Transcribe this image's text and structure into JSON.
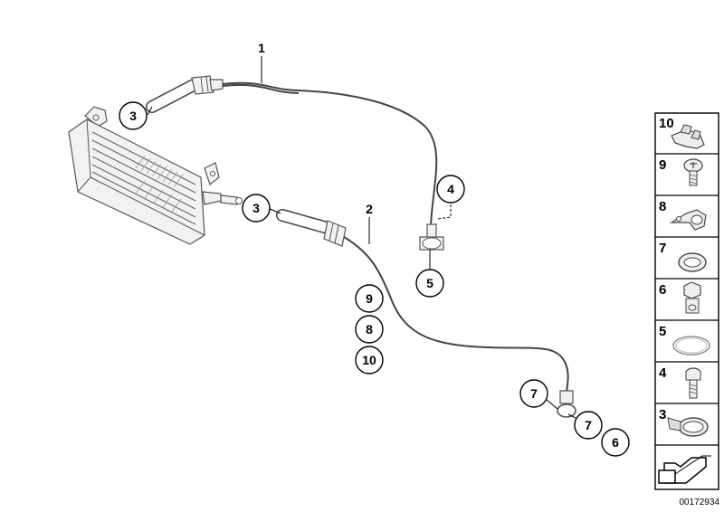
{
  "callouts": [
    {
      "id": "c1",
      "label": "1"
    },
    {
      "id": "c2",
      "label": "2"
    },
    {
      "id": "c3a",
      "label": "3"
    },
    {
      "id": "c3b",
      "label": "3"
    },
    {
      "id": "c4",
      "label": "4"
    },
    {
      "id": "c5",
      "label": "5"
    },
    {
      "id": "c9",
      "label": "9"
    },
    {
      "id": "c8",
      "label": "8"
    },
    {
      "id": "c10",
      "label": "10"
    },
    {
      "id": "c7a",
      "label": "7"
    },
    {
      "id": "c7b",
      "label": "7"
    },
    {
      "id": "c6",
      "label": "6"
    }
  ],
  "parts_legend": [
    {
      "number": "10",
      "icon": "speed-nut-icon"
    },
    {
      "number": "9",
      "icon": "screw-icon"
    },
    {
      "number": "8",
      "icon": "clamp-icon"
    },
    {
      "number": "7",
      "icon": "sealing-ring-icon"
    },
    {
      "number": "6",
      "icon": "banjo-bolt-icon"
    },
    {
      "number": "5",
      "icon": "o-ring-icon"
    },
    {
      "number": "4",
      "icon": "bolt-icon"
    },
    {
      "number": "3",
      "icon": "hose-clamp-icon"
    },
    {
      "number": "",
      "icon": "arrow-icon"
    }
  ],
  "diagram_reference": "00172934"
}
